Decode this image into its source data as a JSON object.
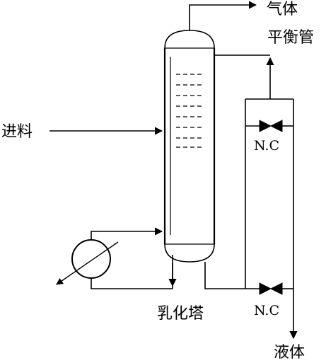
{
  "labels": {
    "gas": "气体",
    "balance_pipe": "平衡管",
    "feed": "进料",
    "column": "乳化塔",
    "liquid": "液体",
    "valve_top": "N.C",
    "valve_bottom": "N.C"
  },
  "colors": {
    "stroke": "#000000",
    "background": "#ffffff"
  }
}
